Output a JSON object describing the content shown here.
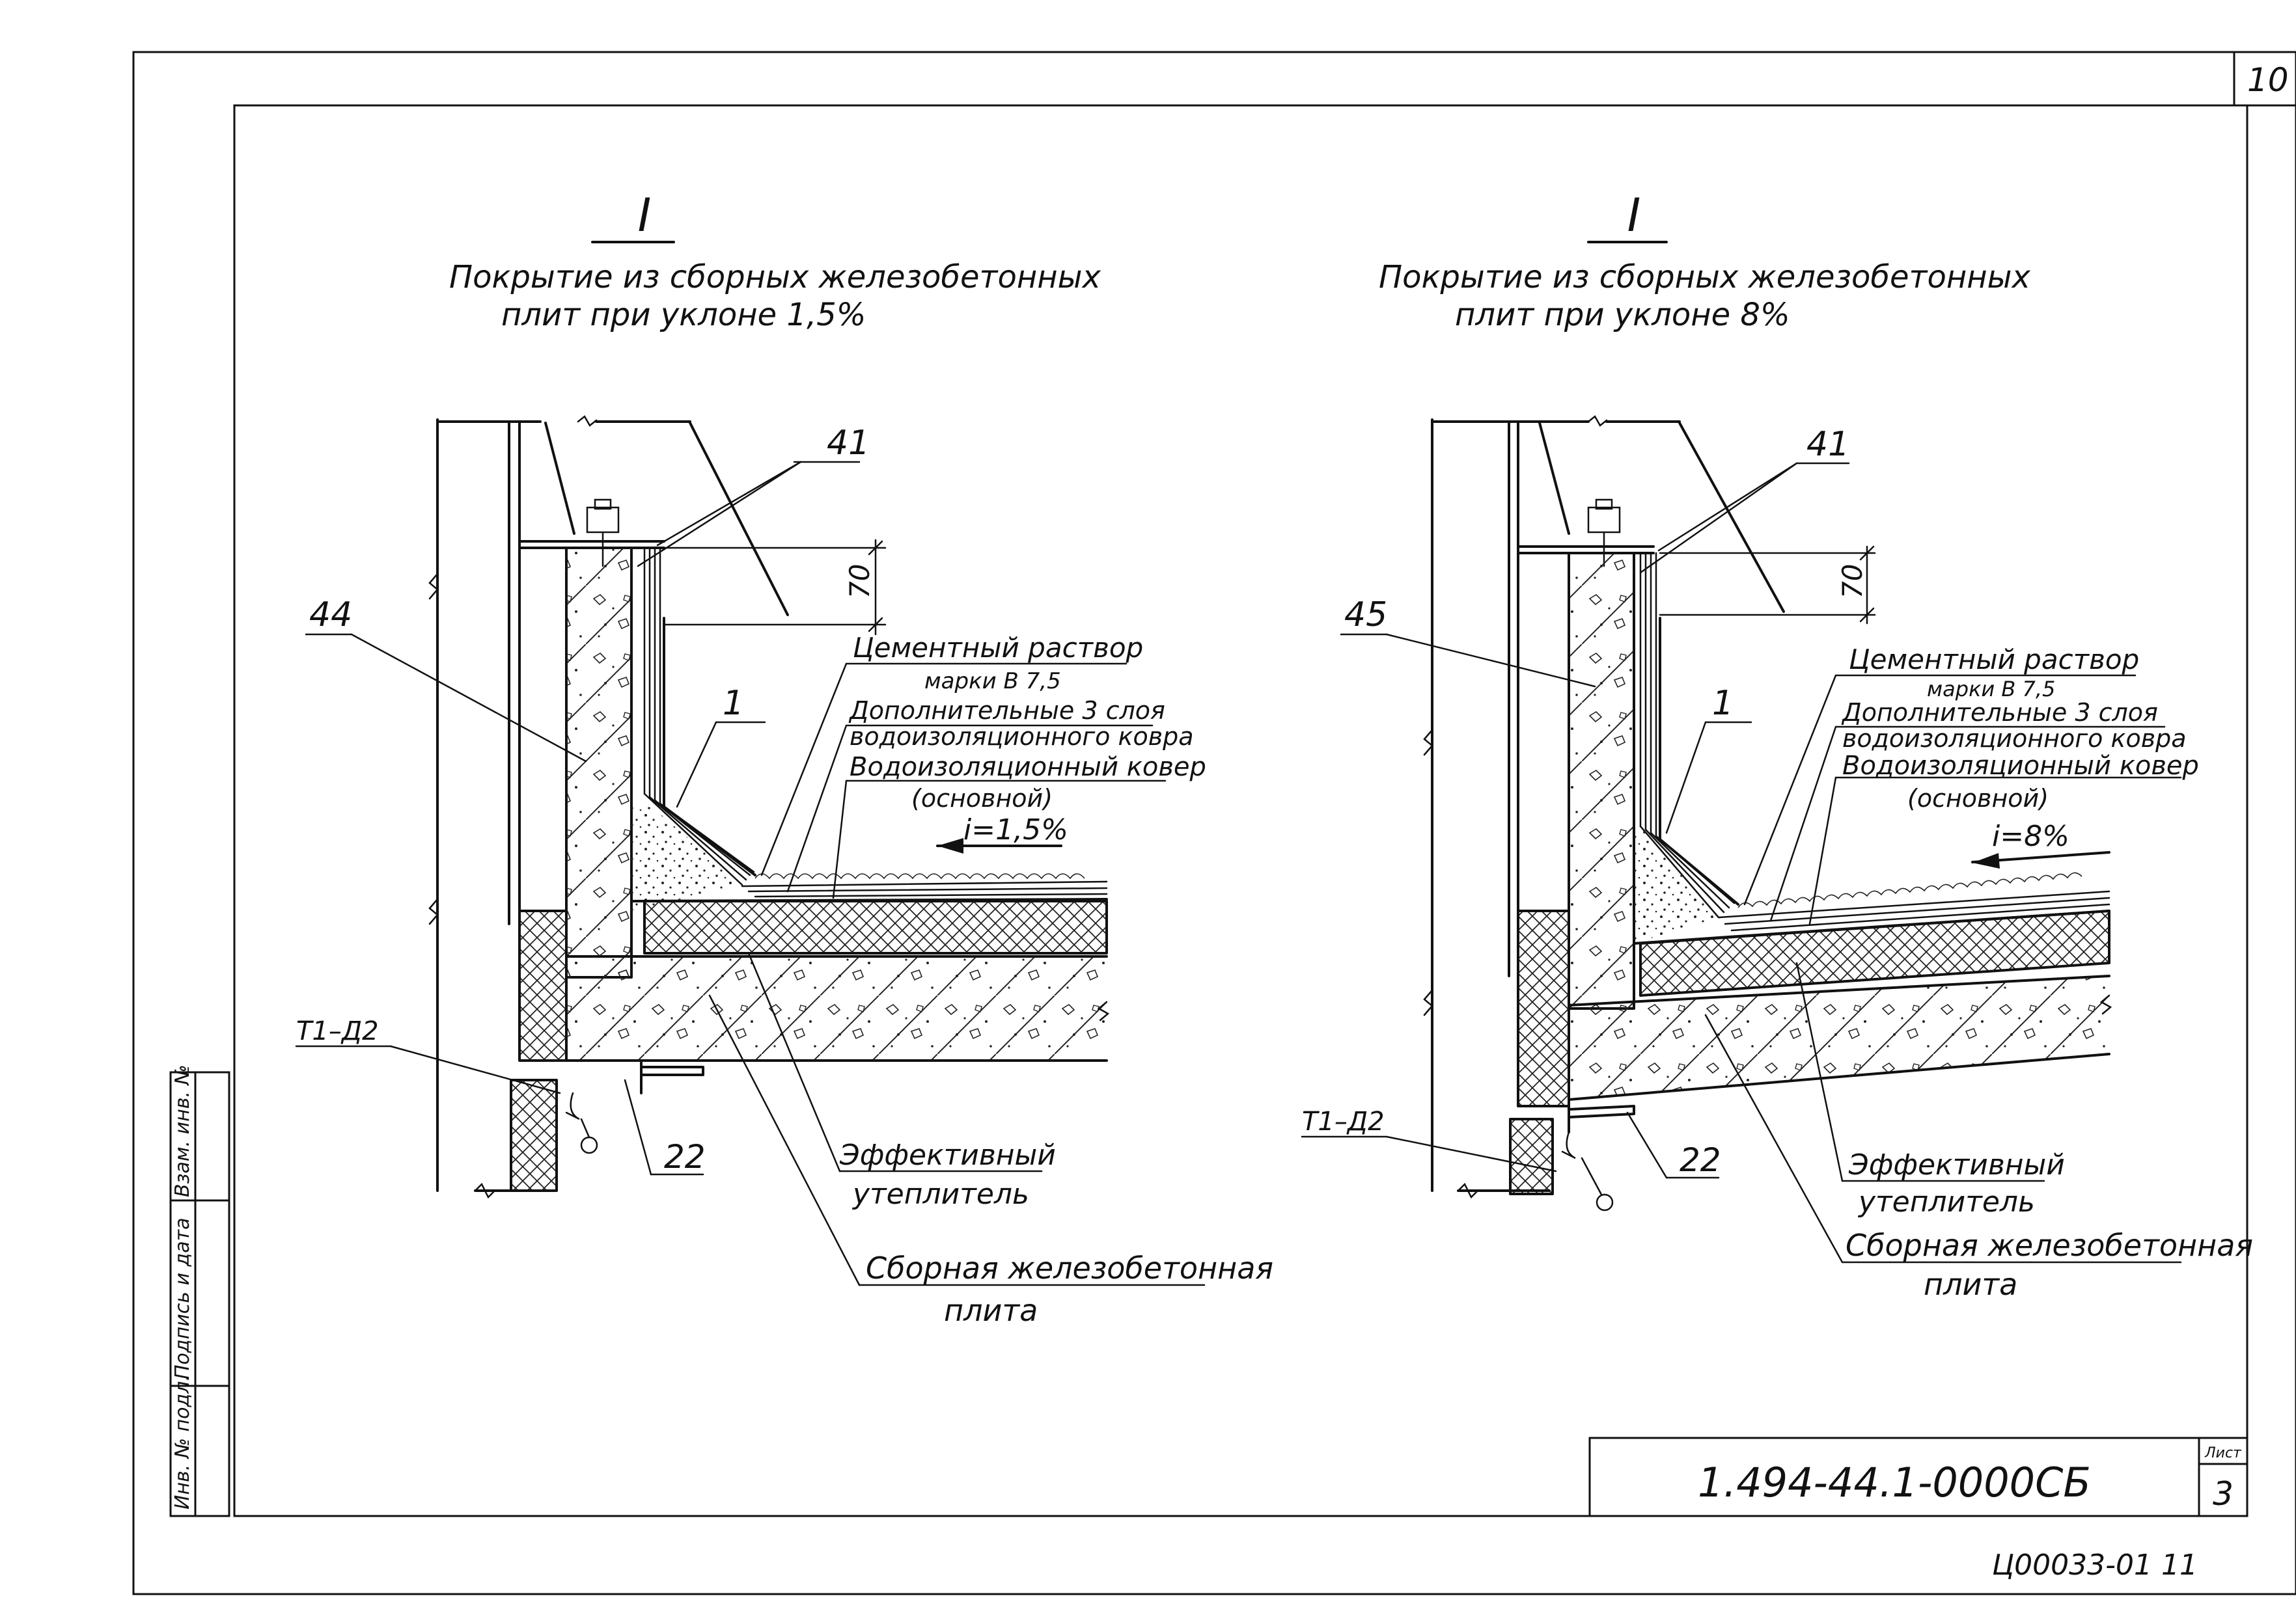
{
  "sheet": {
    "corner_number": "10",
    "stamp_code": "1.494-44.1-0000СБ",
    "stamp_sheet_label": "Лист",
    "stamp_sheet_number": "3",
    "archive_code": "Ц00033-01 11",
    "margin_labels": [
      "Инв. № подл.",
      "Подпись и дата",
      "Взам. инв. №"
    ]
  },
  "details": [
    {
      "roman": "I",
      "title_line1": "Покрытие из сборных железобетонных",
      "title_line2": "плит при уклоне 1,5%",
      "wall_mark": "44",
      "flashing_mark": "41",
      "dimension": "70",
      "slope_mark": "1",
      "mortar_line1": "Цементный раствор",
      "mortar_line2": "марки В 7,5",
      "extra_layers_line1": "Дополнительные 3 слоя",
      "extra_layers_line2": "водоизоляционного ковра",
      "main_carpet_line1": "Водоизоляционный ковер",
      "main_carpet_line2": "(основной)",
      "slope": "i=1,5%",
      "node_ref": "Т1–Д2",
      "bracket_mark": "22",
      "insulation_line1": "Эффективный",
      "insulation_line2": "утеплитель",
      "slab_line1": "Сборная железобетонная",
      "slab_line2": "плита"
    },
    {
      "roman": "I",
      "title_line1": "Покрытие из сборных железобетонных",
      "title_line2": "плит при уклоне 8%",
      "wall_mark": "45",
      "flashing_mark": "41",
      "dimension": "70",
      "slope_mark": "1",
      "mortar_line1": "Цементный раствор",
      "mortar_line2": "марки В 7,5",
      "extra_layers_line1": "Дополнительные 3 слоя",
      "extra_layers_line2": "водоизоляционного ковра",
      "main_carpet_line1": "Водоизоляционный ковер",
      "main_carpet_line2": "(основной)",
      "slope": "i=8%",
      "node_ref": "Т1–Д2",
      "bracket_mark": "22",
      "insulation_line1": "Эффективный",
      "insulation_line2": "утеплитель",
      "slab_line1": "Сборная железобетонная",
      "slab_line2": "плита"
    }
  ]
}
